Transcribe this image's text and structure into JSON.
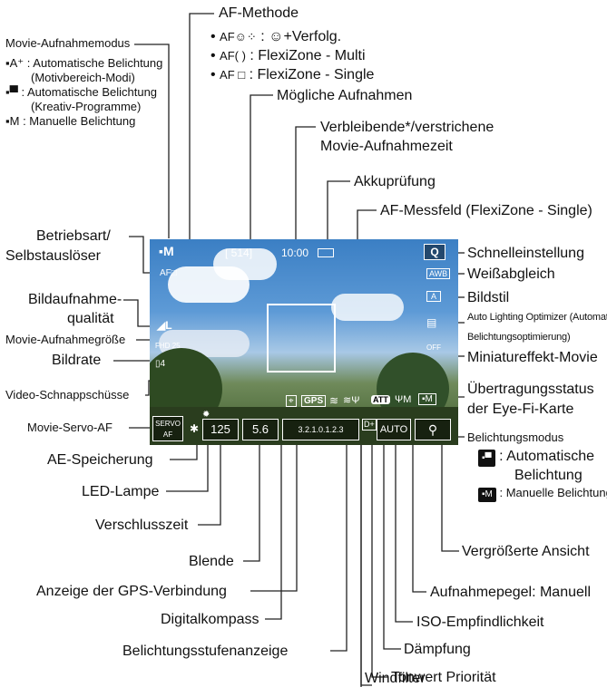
{
  "left": {
    "movie_mode_title": "Movie-Aufnahmemodus",
    "movie_mode_items": [
      {
        "icon": "▪A⁺",
        "text": ": Automatische Belichtung",
        "sub": "(Motivbereich-Modi)"
      },
      {
        "icon": "▪▀",
        "text": ": Automatische Belichtung",
        "sub": "(Kreativ-Programme)"
      },
      {
        "icon": "▪M",
        "text": ": Manuelle Belichtung",
        "sub": ""
      }
    ],
    "drive_1": "Betriebsart/",
    "drive_2": "Selbstauslöser",
    "quality_1": "Bildaufnahme-",
    "quality_2": "qualität",
    "movie_size": "Movie-Aufnahmegröße",
    "frame_rate": "Bildrate",
    "snapshots": "Video-Schnappschüsse",
    "servo_af": "Movie-Servo-AF"
  },
  "top": {
    "af_method": "AF-Methode",
    "af_items": [
      {
        "icon": "AF☺⁘",
        "text": ": ☺+Verfolg."
      },
      {
        "icon": "AF( )",
        "text": ": FlexiZone - Multi"
      },
      {
        "icon": "AF □",
        "text": ": FlexiZone - Single"
      }
    ],
    "possible_shots": "Mögliche Aufnahmen",
    "remaining_1": "Verbleibende*/verstrichene",
    "remaining_2": "Movie-Aufnahmezeit",
    "battery": "Akkuprüfung",
    "af_frame": "AF-Messfeld (FlexiZone - Single)"
  },
  "right": {
    "quick": "Schnelleinstellung",
    "wb": "Weißabgleich",
    "picture_style": "Bildstil",
    "alo_1": "Auto Lighting Optimizer (Automatische",
    "alo_2": "Belichtungsoptimierung)",
    "miniature": "Miniatureffekt-Movie",
    "eyefi_1": "Übertragungsstatus",
    "eyefi_2": "der Eye-Fi-Karte",
    "exp_mode": "Belichtungsmodus",
    "exp_auto_icon": "▪▀",
    "exp_auto_1": ": Automatische",
    "exp_auto_2": "Belichtung",
    "exp_manual_icon": "▪M",
    "exp_manual": ": Manuelle Belichtung"
  },
  "bottom": {
    "ae_lock": "AE-Speicherung",
    "led": "LED-Lampe",
    "shutter": "Verschlusszeit",
    "aperture": "Blende",
    "gps": "Anzeige der GPS-Verbindung",
    "compass": "Digitalkompass",
    "exposure_level": "Belichtungsstufenanzeige",
    "magnify": "Vergrößerte Ansicht",
    "rec_level": "Aufnahmepegel: Manuell",
    "iso": "ISO-Empfindlichkeit",
    "attenuator": "Dämpfung",
    "htp": "Tonwert Priorität",
    "wind": "Windfilter"
  },
  "screen": {
    "mode_icon": "▪M",
    "shots": "[ 514]",
    "time": "10:00",
    "af_icon": "AF□",
    "q_button": "Q",
    "awb": "AWB",
    "style": "A",
    "alo": "▤",
    "miniature_off": "OFF",
    "quality": "◢L",
    "size_1": "FHD",
    "size_2": "25",
    "frame": "▯4",
    "servo": "SERVO AF",
    "ae_lock": "✱",
    "shutter": "125",
    "aperture": "5.6",
    "scale": "3.2.1.0.1.2.3",
    "gps": "GPS",
    "att": "ATT",
    "mic": "ΨM",
    "exp_icon": "▪M",
    "htp": "D+",
    "iso": "AUTO",
    "magnify": "⚲"
  }
}
